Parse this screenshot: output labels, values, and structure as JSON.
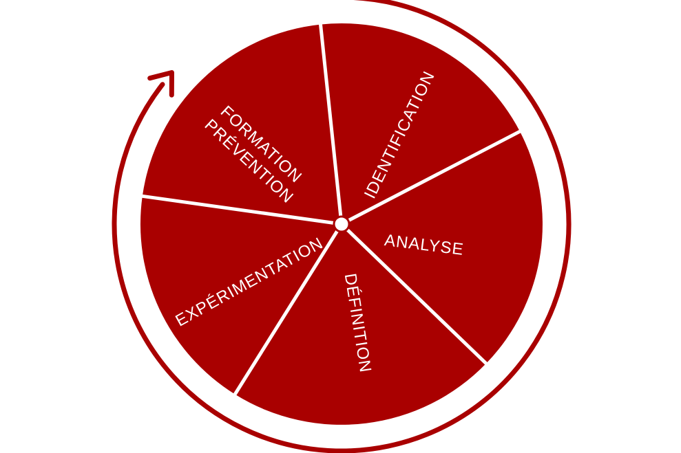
{
  "colors": {
    "wheel": "#a90000",
    "divider": "#ffffff",
    "text": "#ffffff",
    "arrow": "#a90000"
  },
  "cycle": {
    "direction": "clockwise",
    "segments": [
      {
        "id": "identification",
        "lines": [
          "IDENTIFICATION"
        ]
      },
      {
        "id": "analyse",
        "lines": [
          "ANALYSE"
        ]
      },
      {
        "id": "definition",
        "lines": [
          "DÉFINITION"
        ]
      },
      {
        "id": "experimentation",
        "lines": [
          "EXPÉRIMENTATION"
        ]
      },
      {
        "id": "formation-prevention",
        "lines": [
          "FORMATION",
          "PRÉVENTION"
        ]
      }
    ]
  }
}
